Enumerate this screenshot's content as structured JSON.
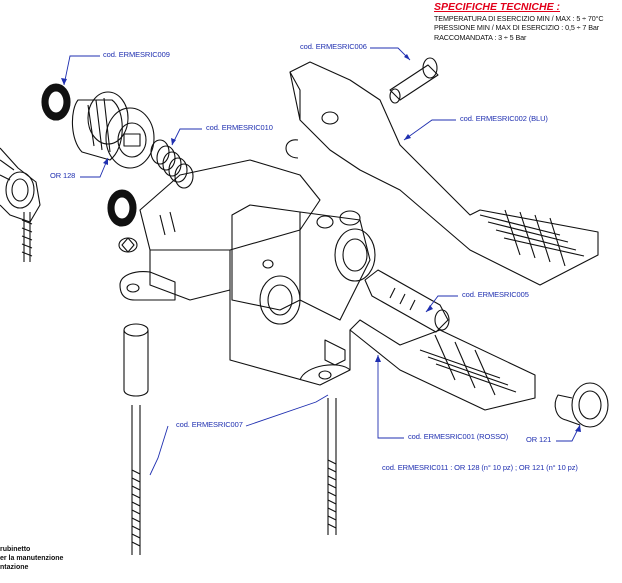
{
  "specs": {
    "title": "SPECIFICHE TECNICHE :",
    "line1": "TEMPERATURA DI ESERCIZIO MIN / MAX : 5 ÷ 70°C",
    "line2": "PRESSIONE MIN / MAX DI ESERCIZIO : 0,5 ÷ 7 Bar",
    "line3": "RACCOMANDATA : 3 ÷ 5 Bar"
  },
  "labels": {
    "c006": "cod. ERMESRIC006",
    "c009": "cod. ERMESRIC009",
    "c010": "cod. ERMESRIC010",
    "c002": "cod. ERMESRIC002 (BLU)",
    "or128": "OR 128",
    "c005": "cod. ERMESRIC005",
    "c007": "cod. ERMESRIC007",
    "c001": "cod. ERMESRIC001 (ROSSO)",
    "or121": "OR 121",
    "c011": "cod. ERMESRIC011 : OR 128 (n° 10 pz) ; OR 121 (n° 10 pz)"
  },
  "notes": {
    "n1": "rubinetto",
    "n2": "er la manutenzione",
    "n3": "ntazione"
  },
  "colors": {
    "leader": "#1f2fb0",
    "title": "#e2001a",
    "line": "#111111"
  }
}
